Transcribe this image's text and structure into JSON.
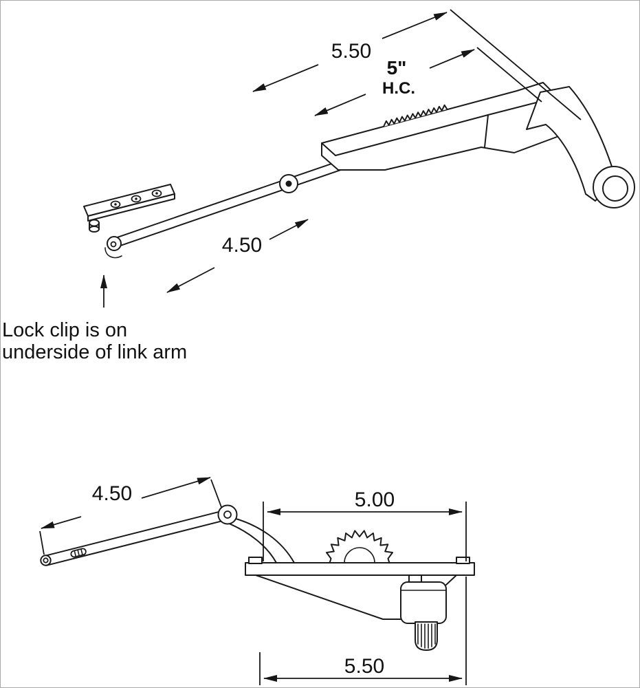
{
  "diagram": {
    "top_view": {
      "dim_overall": "5.50",
      "dim_hc_value": "5\"",
      "dim_hc_label": "H.C.",
      "dim_arm": "4.50",
      "note_line1": "Lock clip is on",
      "note_line2": "underside of link arm"
    },
    "bottom_view": {
      "dim_arm": "4.50",
      "dim_width": "5.00",
      "dim_overall": "5.50"
    },
    "colors": {
      "line": "#1a1a1a",
      "background": "#ffffff"
    }
  }
}
